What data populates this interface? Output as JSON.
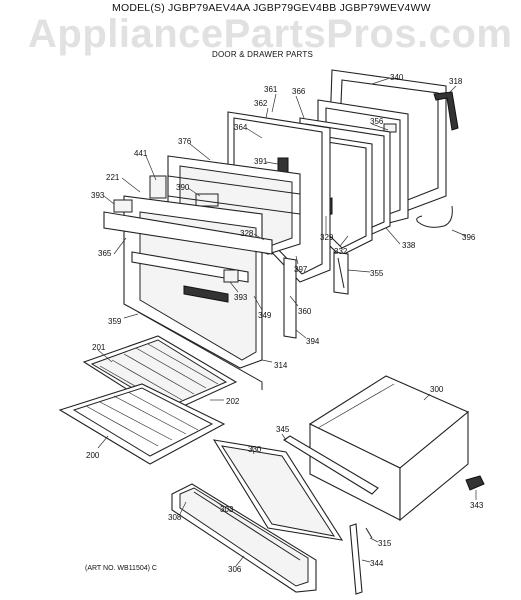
{
  "header": {
    "models": "MODEL(S) JGBP79AEV4AA  JGBP79GEV4BB  JGBP79WEV4WW",
    "watermark": "AppliancePartsPros.com",
    "section_title": "DOOR & DRAWER PARTS"
  },
  "footer": {
    "art_number": "(ART NO. WB11504) C"
  },
  "part_labels": [
    "361",
    "362",
    "366",
    "340",
    "318",
    "364",
    "356",
    "376",
    "391",
    "441",
    "221",
    "390",
    "393",
    "365",
    "328",
    "329",
    "332",
    "338",
    "396",
    "397",
    "355",
    "393",
    "349",
    "360",
    "359",
    "394",
    "314",
    "201",
    "202",
    "200",
    "300",
    "345",
    "330",
    "308",
    "303",
    "343",
    "315",
    "306",
    "344"
  ]
}
